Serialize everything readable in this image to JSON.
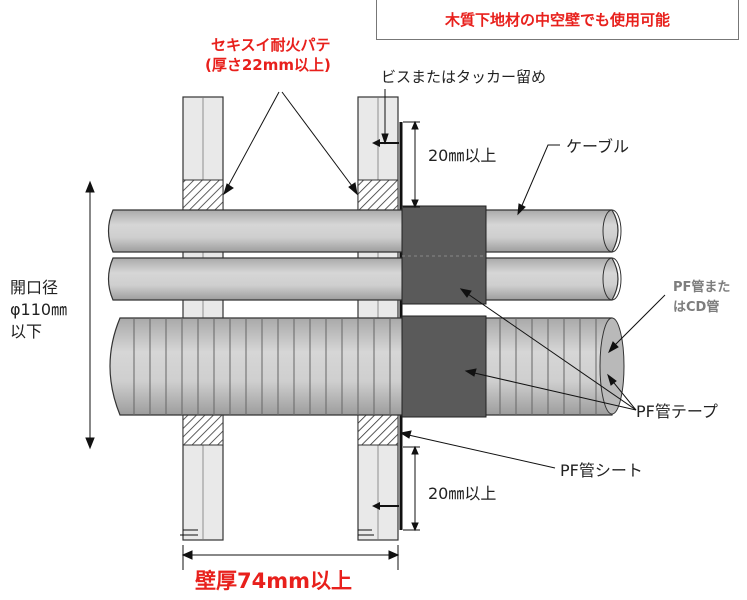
{
  "note": "木質下地材の中空壁でも使用可能",
  "labels": {
    "putty_line1": "セキスイ耐火パテ",
    "putty_line2": "(厚さ22mm以上)",
    "screw": "ビスまたはタッカー留め",
    "dim_top": "20㎜以上",
    "dim_bottom": "20㎜以上",
    "cable": "ケーブル",
    "opening_line1": "開口径",
    "opening_line2": "φ110㎜",
    "opening_line3": "以下",
    "pf_pipe_line1": "PF管また",
    "pf_pipe_line2": "はCD管",
    "pf_tape": "PF管テープ",
    "pf_sheet": "PF管シート",
    "wall_thickness": "壁厚74mm以上"
  },
  "colors": {
    "accent_red": "#e8201c",
    "pipe_gray": "#c8c8c8",
    "tape_dark": "#5a5a5a",
    "wall": "#e6e6e6"
  }
}
